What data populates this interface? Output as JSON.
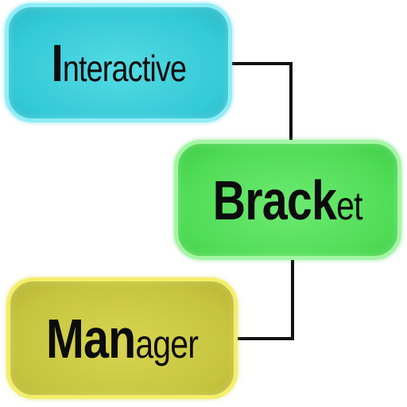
{
  "logo": {
    "lines": [
      {
        "word": "Interactive",
        "big": "I",
        "small": "nteractive",
        "color": "#33c9d6"
      },
      {
        "word": "Bracket",
        "big": "Brack",
        "small": "et",
        "color": "#4fdc55"
      },
      {
        "word": "Manager",
        "big": "Man",
        "small": "ager",
        "color": "#c7c43f"
      }
    ],
    "connector_color": "#111111"
  }
}
